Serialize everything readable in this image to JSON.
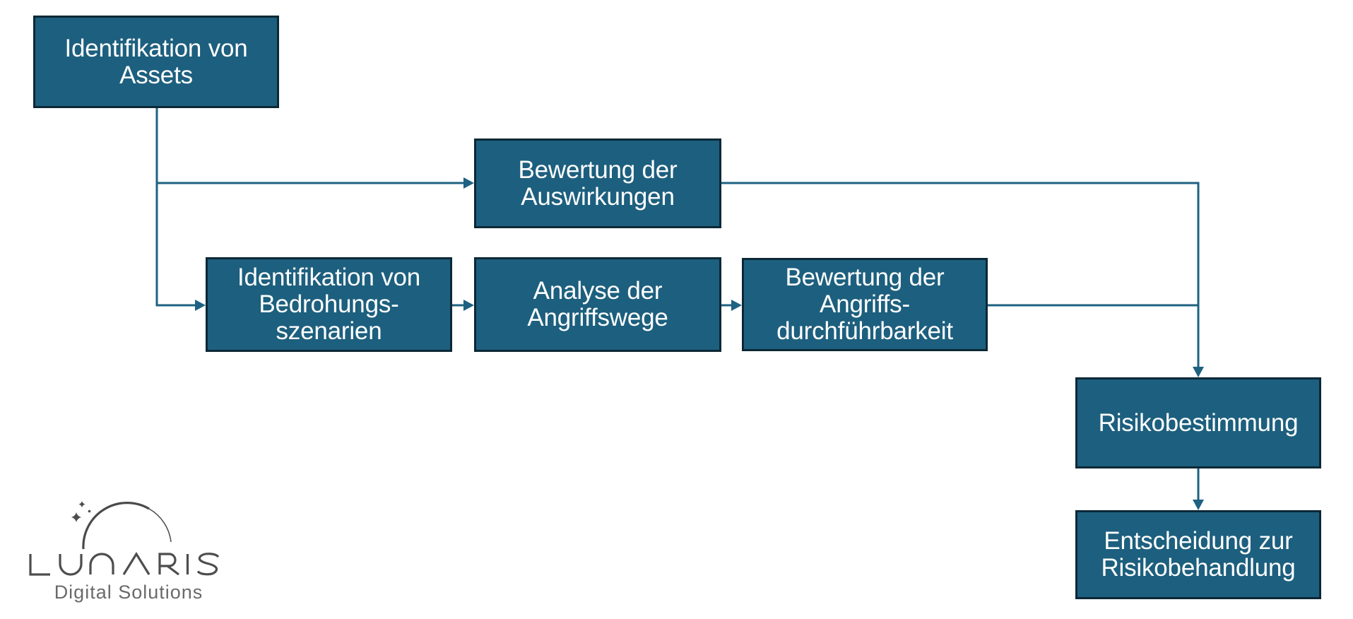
{
  "diagram": {
    "nodes": [
      {
        "id": "identifikation-assets",
        "label": "Identifikation von\nAssets"
      },
      {
        "id": "bewertung-auswirkungen",
        "label": "Bewertung der\nAuswirkungen"
      },
      {
        "id": "identifikation-bedrohungsszenarien",
        "label": "Identifikation von\nBedrohungs-\nszenarien"
      },
      {
        "id": "analyse-angriffswege",
        "label": "Analyse der\nAngriffswege"
      },
      {
        "id": "bewertung-angriffsdurchfuehrbarkeit",
        "label": "Bewertung der\nAngriffs-\ndurchführbarkeit"
      },
      {
        "id": "risikobestimmung",
        "label": "Risikobestimmung"
      },
      {
        "id": "entscheidung-risikobehandlung",
        "label": "Entscheidung zur\nRisikobehandlung"
      }
    ],
    "edges": [
      {
        "from": "identifikation-assets",
        "to": "bewertung-auswirkungen"
      },
      {
        "from": "identifikation-assets",
        "to": "identifikation-bedrohungsszenarien"
      },
      {
        "from": "identifikation-bedrohungsszenarien",
        "to": "analyse-angriffswege"
      },
      {
        "from": "analyse-angriffswege",
        "to": "bewertung-angriffsdurchfuehrbarkeit"
      },
      {
        "from": "bewertung-auswirkungen",
        "to": "risikobestimmung"
      },
      {
        "from": "bewertung-angriffsdurchfuehrbarkeit",
        "to": "risikobestimmung"
      },
      {
        "from": "risikobestimmung",
        "to": "entscheidung-risikobehandlung"
      }
    ],
    "colors": {
      "node_fill": "#1D5F7E",
      "node_border": "#0C2836",
      "connector": "#1E6282",
      "node_text": "#FFFFFF"
    }
  },
  "logo": {
    "brand": "LUNARIS",
    "tagline": "Digital Solutions"
  }
}
